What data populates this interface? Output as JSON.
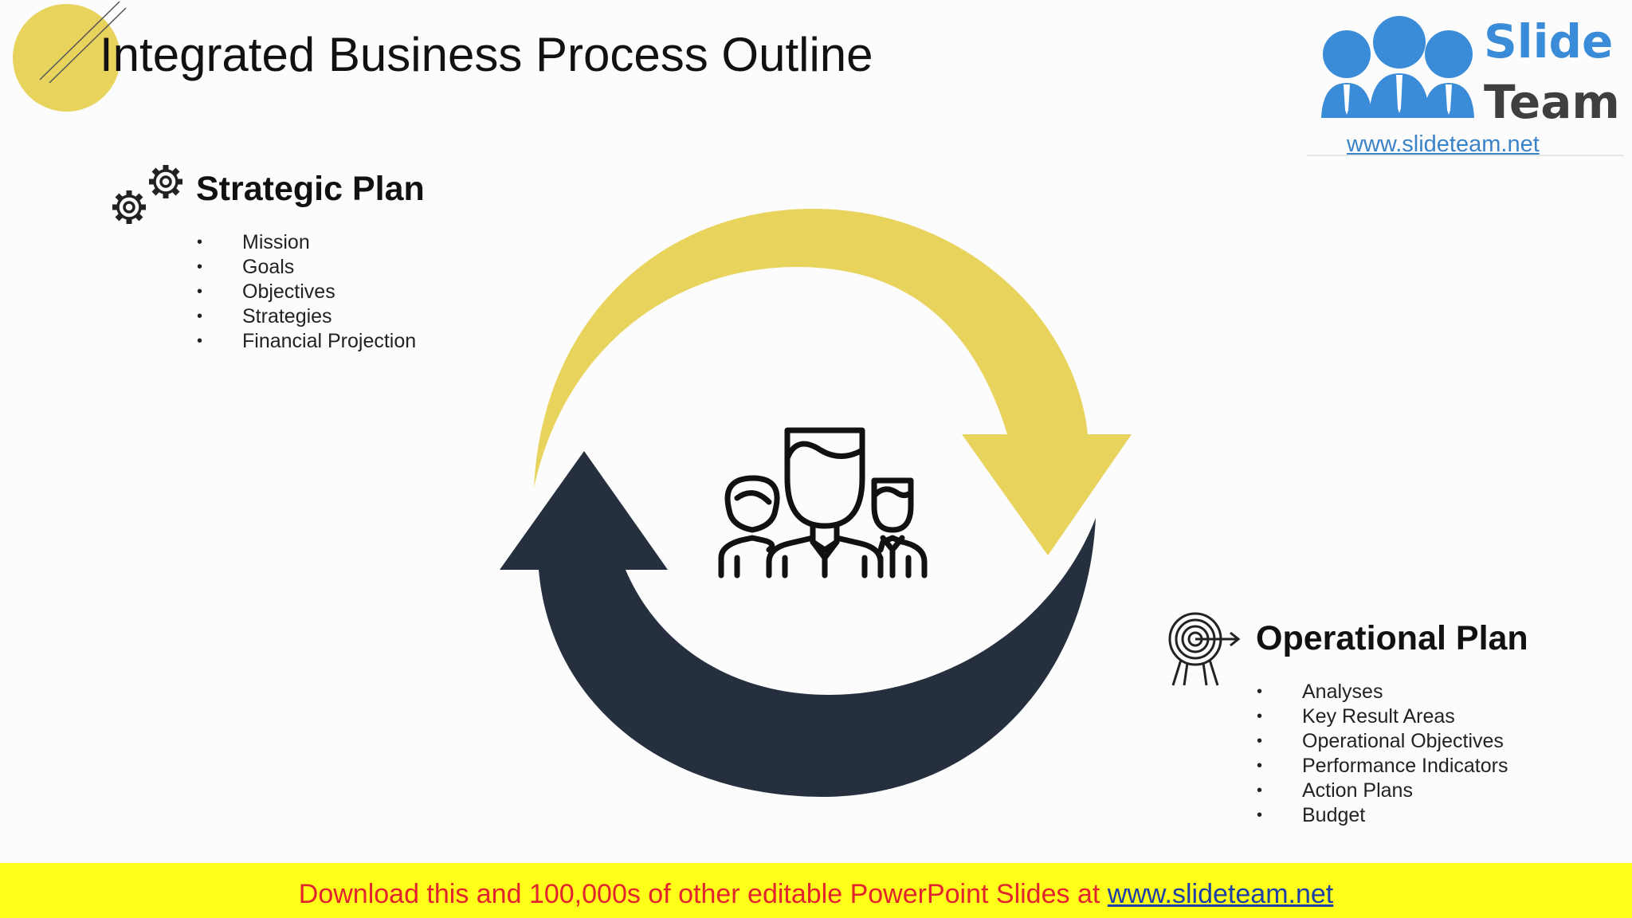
{
  "title": "Integrated Business Process Outline",
  "logo": {
    "word1": "Slide",
    "word2": "Team",
    "url": "www.slideteam.net"
  },
  "strategic": {
    "heading": "Strategic Plan",
    "items": [
      "Mission",
      "Goals",
      "Objectives",
      "Strategies",
      "Financial Projection"
    ]
  },
  "operational": {
    "heading": "Operational Plan",
    "items": [
      "Analyses",
      "Key Result Areas",
      "Operational Objectives",
      "Performance Indicators",
      "Action Plans",
      "Budget"
    ]
  },
  "footer": {
    "text": "Download this and 100,000s of other editable PowerPoint Slides at ",
    "link": "www.slideteam.net"
  },
  "icons": {
    "strategic": "gears-icon",
    "operational": "target-icon",
    "center": "team-icon",
    "logo": "people-logo-icon"
  },
  "colors": {
    "accent_yellow": "#e8d45c",
    "dark_navy": "#252f3e",
    "footer_background": "#ffff1a",
    "footer_text": "#e2242f",
    "footer_link": "#1d3fa8",
    "logo_blue": "#3a8cd9"
  }
}
